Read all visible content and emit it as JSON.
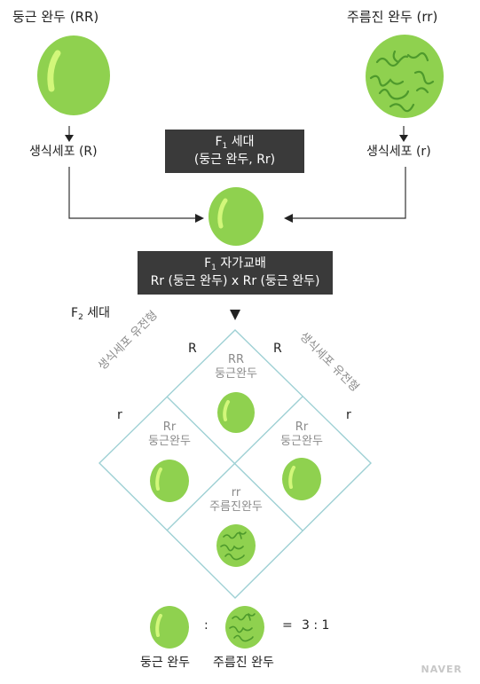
{
  "parents": {
    "left_title": "둥근 완두 (RR)",
    "right_title": "주름진 완두 (rr)",
    "left_gamete": "생식세포 (R)",
    "right_gamete": "생식세포 (r)"
  },
  "f1_box": {
    "line1_prefix": "F",
    "line1_sub": "1",
    "line1_suffix": " 세대",
    "line2": "(둥근 완두, Rr)"
  },
  "f1_cross_box": {
    "line1_prefix": "F",
    "line1_sub": "1",
    "line1_suffix": " 자가교배",
    "line2": "Rr (둥근 완두) x Rr (둥근 완두)"
  },
  "f2": {
    "label_prefix": "F",
    "label_sub": "2",
    "label_suffix": " 세대",
    "left_axis_title": "생식세포 유전형",
    "right_axis_title": "생식세포 유전형",
    "allele_R_left": "R",
    "allele_R_right": "R",
    "allele_r_left": "r",
    "allele_r_right": "r",
    "cells": {
      "top": {
        "genotype": "RR",
        "phenotype": "둥근완두"
      },
      "left": {
        "genotype": "Rr",
        "phenotype": "둥근완두"
      },
      "right": {
        "genotype": "Rr",
        "phenotype": "둥근완두"
      },
      "bottom": {
        "genotype": "rr",
        "phenotype": "주름진완두"
      }
    }
  },
  "ratio": {
    "colon": ":",
    "equals": "=",
    "value": "3 : 1",
    "round_label": "둥근 완두",
    "wrinkled_label": "주름진 완두"
  },
  "watermark": "NAVER",
  "colors": {
    "pea_green": "#8fd14f",
    "pea_highlight": "#c8f06a",
    "wrinkle": "#4e9a2c",
    "box_bg": "#3a3a3a",
    "grid_line": "#9ed0d4"
  }
}
